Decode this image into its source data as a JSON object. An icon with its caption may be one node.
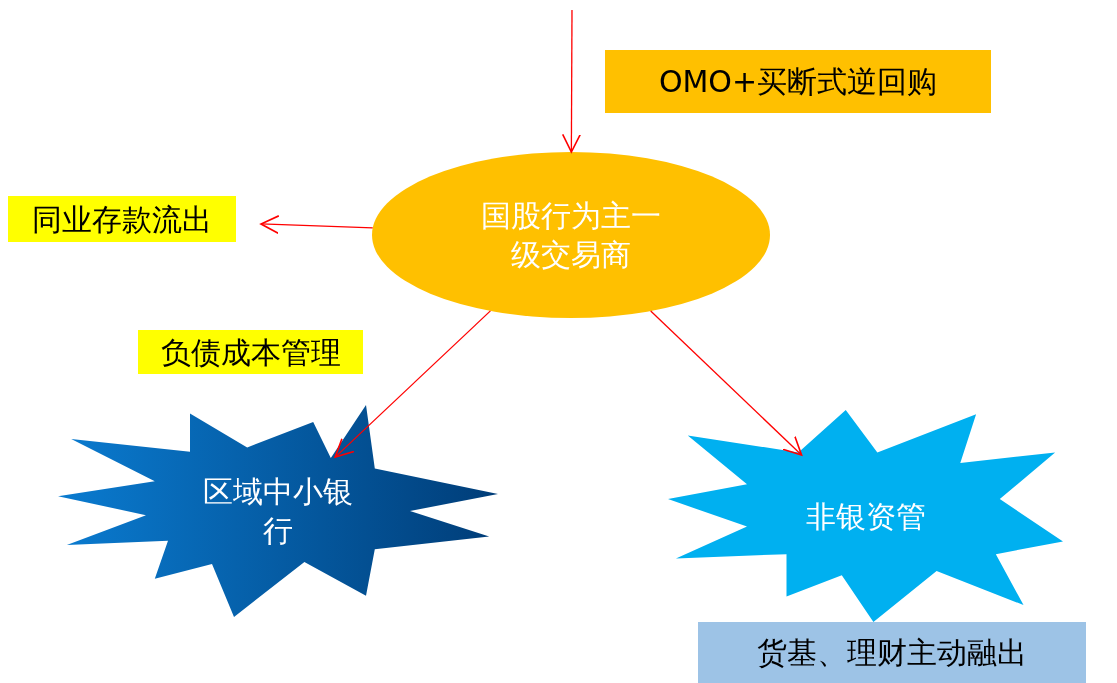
{
  "diagram": {
    "nodes": [
      {
        "text": [
          "国股行为主一级交易商"
        ]
      },
      {
        "text": [
          "区域中小银行"
        ]
      },
      {
        "text": [
          "非银资管"
        ]
      },
      {
        "text": [
          "同业存款流出"
        ]
      },
      {
        "text": [
          "负债成本管理"
        ]
      },
      {
        "text": [
          "货基、理财主动融出"
        ]
      }
    ],
    "edges": [
      {
        "from": null,
        "to": 0,
        "arrow": "to",
        "label": "OMO+买断式逆回购"
      },
      {
        "from": 0,
        "to": 3,
        "arrow": "to"
      },
      {
        "from": 0,
        "to": 1,
        "arrow": "to"
      },
      {
        "from": 0,
        "to": 2,
        "arrow": "to"
      }
    ]
  }
}
